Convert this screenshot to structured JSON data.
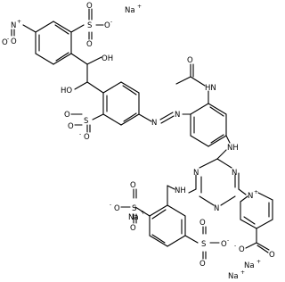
{
  "image": {
    "background": "#ffffff",
    "ink": "#000000"
  },
  "labels": {
    "na_top_right": "Na",
    "na_top_right_charge": "+",
    "nitro_oneg": "O",
    "nitro_oneg_charge": "-",
    "nitro_n": "N",
    "nitro_n_charge": "+",
    "nitro_o": "O",
    "sulfo1_s": "S",
    "sulfo1_o_eq1": "O",
    "sulfo1_o_eq2": "O",
    "sulfo1_oneg": "O",
    "sulfo1_oneg_charge": "-",
    "oh1": "OH",
    "oh2": "HO",
    "sulfo2_s": "S",
    "sulfo2_o_eq1": "O",
    "sulfo2_o_eq2": "O",
    "sulfo2_oneg": "O",
    "sulfo2_oneg_charge": "-",
    "acetyl_o": "O",
    "amide_nh": "HN",
    "azo_n1": "N",
    "azo_n2": "N",
    "amine_nh_upper": "NH",
    "triazine_n1": "N",
    "triazine_n2": "N",
    "triazine_n3": "N",
    "amine_nh_lower": "NH",
    "pyridinium_n": "N",
    "pyridinium_n_charge": "+",
    "sulfo3_s": "S",
    "sulfo3_o_eq1": "O",
    "sulfo3_o_eq2": "O",
    "sulfo3_oneg": "O",
    "sulfo3_oneg_charge": "-",
    "na_mid_left": "Na",
    "na_mid_left_charge": "+",
    "sulfo4_s": "S",
    "sulfo4_o_eq1": "O",
    "sulfo4_o_eq2": "O",
    "sulfo4_oneg": "O",
    "sulfo4_oneg_charge": "-",
    "carboxylate_o": "O",
    "carboxylate_oneg": "O",
    "carboxylate_oneg_charge": "-",
    "na_bottom_right1": "Na",
    "na_bottom_right1_charge": "+",
    "na_bottom_right2": "Na",
    "na_bottom_right2_charge": "+"
  }
}
